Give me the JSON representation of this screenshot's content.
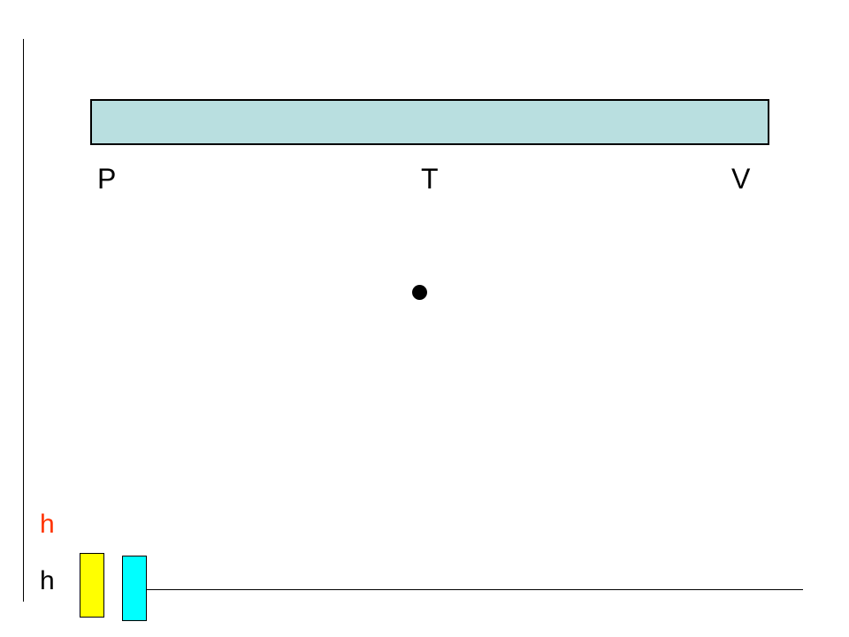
{
  "labels": {
    "left": "P",
    "middle": "T",
    "right": "V"
  },
  "legend": {
    "upper_h": "h",
    "lower_h": "h"
  },
  "colors": {
    "bar_fill": "#b9dfe0",
    "upper_h": "#ff3300",
    "yellow_block": "#ffff00",
    "cyan_block": "#00ffff"
  }
}
